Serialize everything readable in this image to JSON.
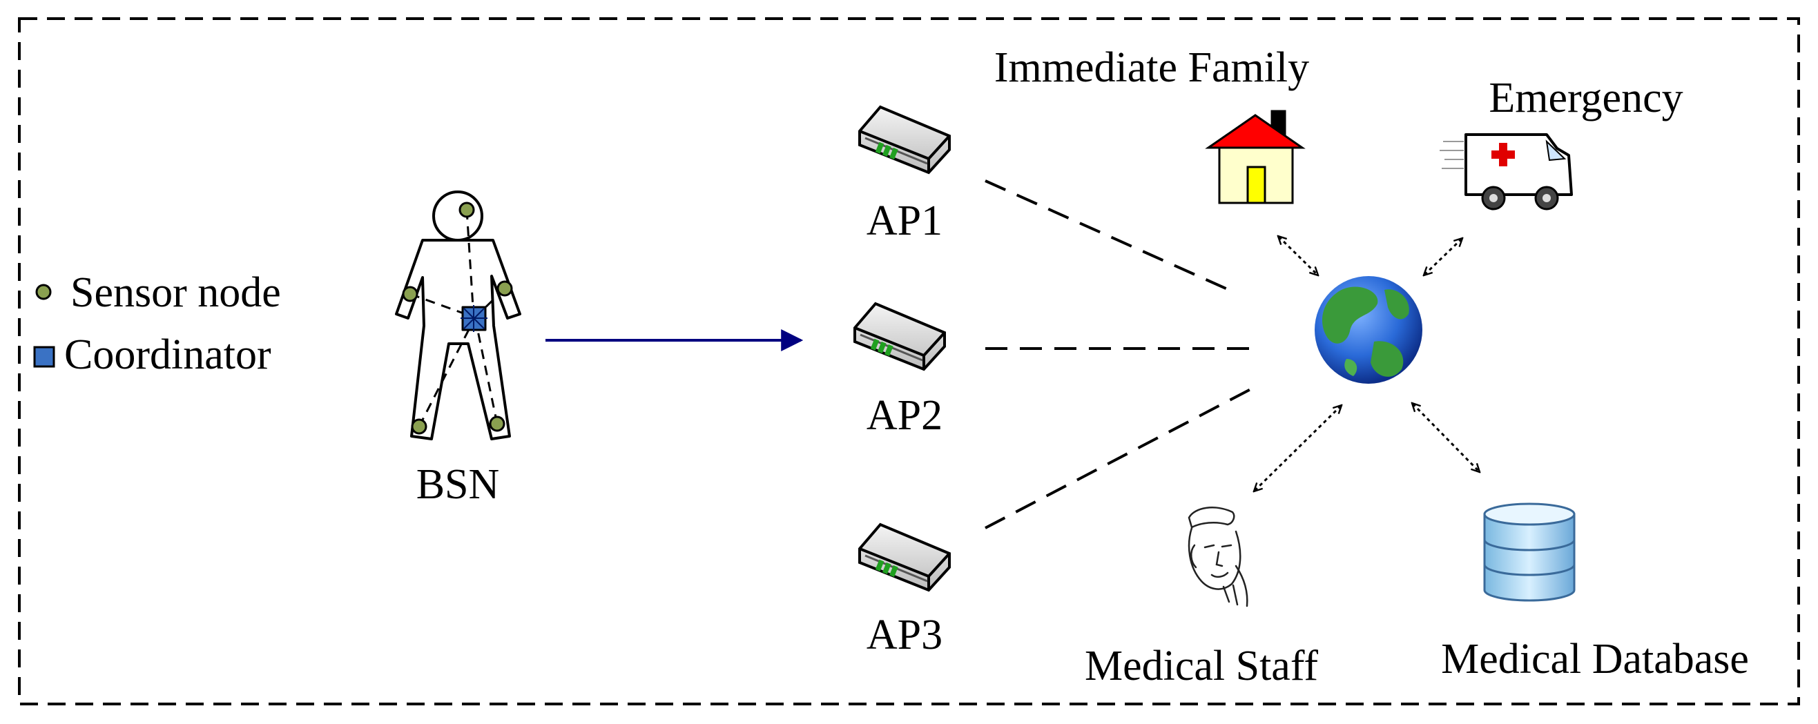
{
  "legend": {
    "sensor_label": "Sensor node",
    "coordinator_label": "Coordinator"
  },
  "nodes": {
    "bsn": "BSN",
    "ap1": "AP1",
    "ap2": "AP2",
    "ap3": "AP3",
    "family": "Immediate Family",
    "emergency": "Emergency",
    "staff": "Medical Staff",
    "database": "Medical Database"
  },
  "colors": {
    "sensor": "#8aa050",
    "coordinator": "#3a72c4",
    "arrow": "#000080",
    "house_roof": "#ff0000",
    "house_wall": "#ffffcc",
    "house_door": "#ffff00",
    "globe_ocean": "#2a6ad8",
    "globe_land": "#3a9a3a",
    "database": "#a8d8f0",
    "ambulance_cross": "#e00000"
  }
}
